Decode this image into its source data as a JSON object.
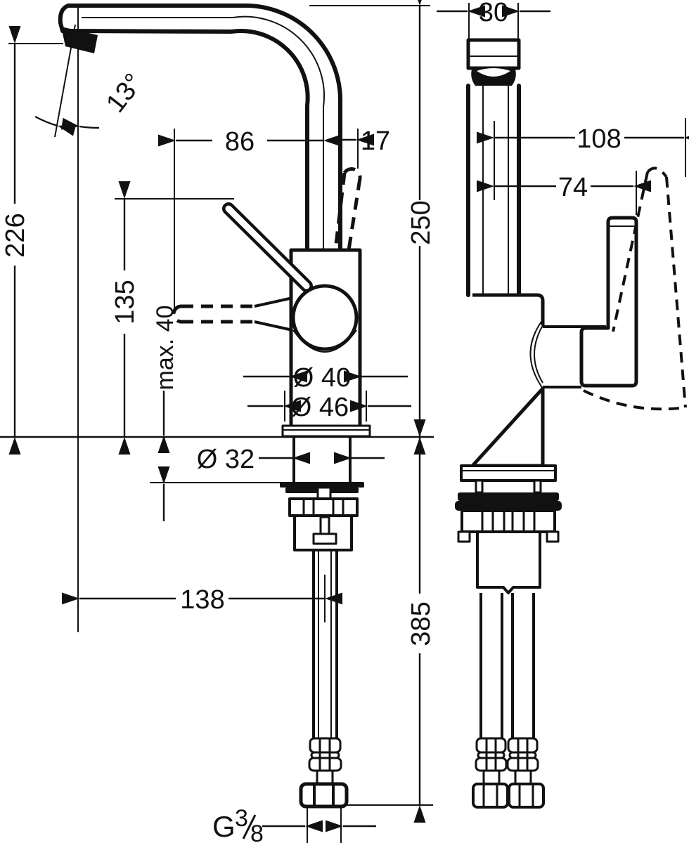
{
  "dimensions": {
    "spout_height": "226",
    "spout_angle": "13°",
    "lever_reach": "86",
    "lever_tilt": "17",
    "height_above_deck": "250",
    "top_width": "30",
    "swing_radius": "108",
    "handle_offset": "74",
    "lever_height": "135",
    "max_deck_thickness": "max. 40",
    "body_diameter": "Ø 40",
    "base_diameter": "Ø 46",
    "shank_diameter": "Ø 32",
    "spout_reach": "138",
    "below_deck_length": "385",
    "thread_prefix": "G",
    "thread_numerator": "3",
    "thread_denominator": "8"
  }
}
